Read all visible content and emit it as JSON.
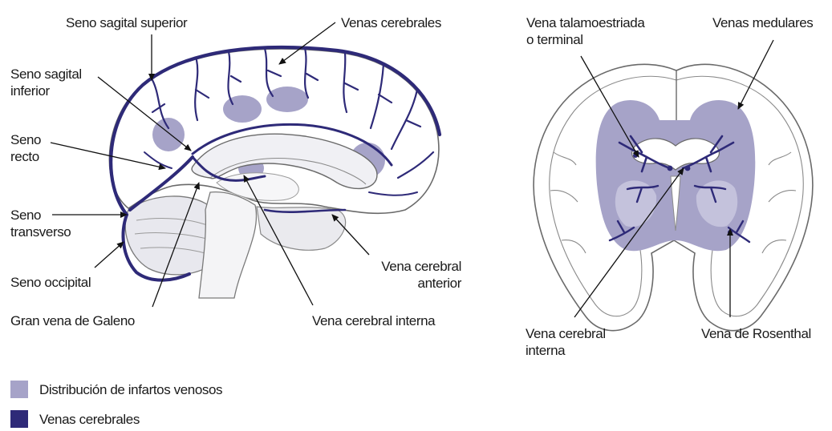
{
  "colors": {
    "vein": "#2e2a78",
    "infarct": "#a6a3c8",
    "outline": "#6a6a6a",
    "brain_fill": "#ffffff",
    "deep_fill": "#d4d3e6"
  },
  "sagittal_labels": {
    "seno_sagital_superior": "Seno sagital superior",
    "venas_cerebrales": "Venas cerebrales",
    "seno_sagital_inferior": [
      "Seno sagital",
      "inferior"
    ],
    "seno_recto": [
      "Seno",
      "recto"
    ],
    "seno_transverso": [
      "Seno",
      "transverso"
    ],
    "seno_occipital": "Seno occipital",
    "gran_vena_galeno": "Gran vena de Galeno",
    "vena_cerebral_interna": "Vena cerebral interna",
    "vena_cerebral_anterior": [
      "Vena cerebral",
      "anterior"
    ]
  },
  "coronal_labels": {
    "vena_talamoestriada": [
      "Vena talamoestriada",
      "o terminal"
    ],
    "venas_medulares": "Venas medulares",
    "vena_cerebral_interna": [
      "Vena cerebral",
      "interna"
    ],
    "vena_rosenthal": "Vena de Rosenthal"
  },
  "legend": [
    {
      "label": "Distribución de infartos venosos",
      "color": "#a6a3c8"
    },
    {
      "label": "Venas cerebrales",
      "color": "#2e2a78"
    }
  ]
}
